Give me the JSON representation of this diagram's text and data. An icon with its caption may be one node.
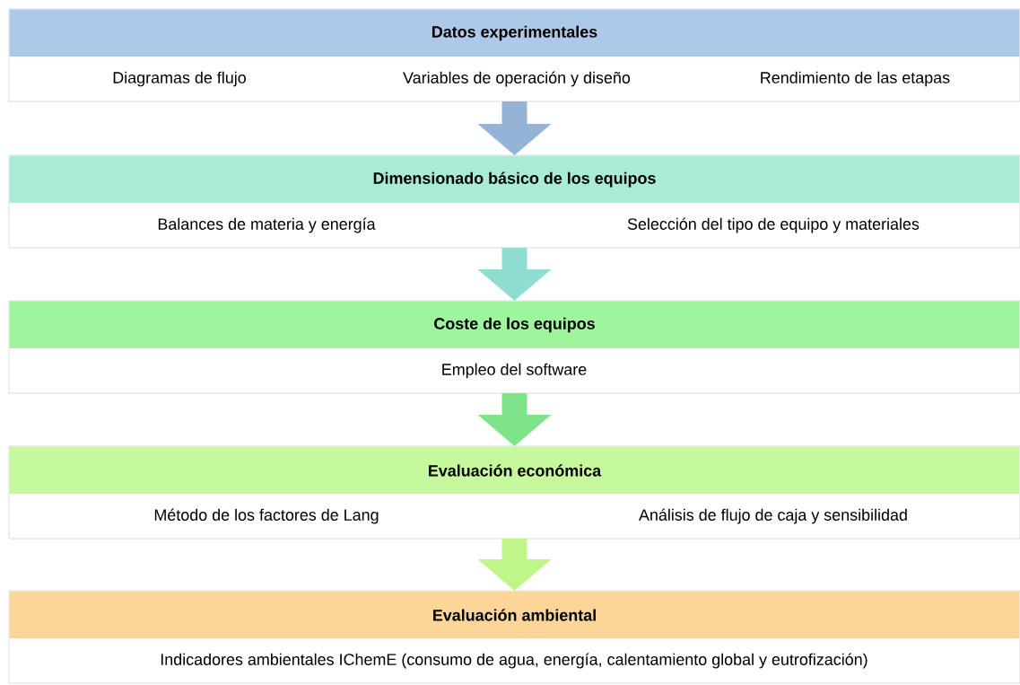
{
  "diagram": {
    "nodes": [
      {
        "text": [
          "Datos experimentales"
        ]
      },
      {
        "text": [
          "Diagramas de flujo"
        ],
        "in": 0
      },
      {
        "text": [
          "Variables de operación y diseño"
        ],
        "in": 0
      },
      {
        "text": [
          "Rendimiento de las etapas"
        ],
        "in": 0
      },
      {
        "text": [
          "Dimensionado básico de los equipos"
        ]
      },
      {
        "text": [
          "Balances de materia y energía"
        ],
        "in": 4
      },
      {
        "text": [
          "Selección del tipo de equipo y materiales"
        ],
        "in": 4
      },
      {
        "text": [
          "Coste de los equipos"
        ]
      },
      {
        "text": [
          "Empleo del software"
        ],
        "in": 7
      },
      {
        "text": [
          "Evaluación económica"
        ]
      },
      {
        "text": [
          "Método de los factores de Lang"
        ],
        "in": 9
      },
      {
        "text": [
          "Análisis de flujo de caja y sensibilidad"
        ],
        "in": 9
      },
      {
        "text": [
          "Evaluación ambiental"
        ]
      },
      {
        "text": [
          "Indicadores ambientales IChemE (consumo de agua, energía, calentamiento global y eutrofización)"
        ],
        "in": 12
      }
    ],
    "edges": [
      {
        "from": 0,
        "to": 4,
        "arrow": "to",
        "color": "#95b3d7"
      },
      {
        "from": 4,
        "to": 7,
        "arrow": "to",
        "color": "#8fdcd0"
      },
      {
        "from": 7,
        "to": 9,
        "arrow": "to",
        "color": "#7fe38a"
      },
      {
        "from": 9,
        "to": 12,
        "arrow": "to",
        "color": "#c0f58a"
      }
    ]
  }
}
